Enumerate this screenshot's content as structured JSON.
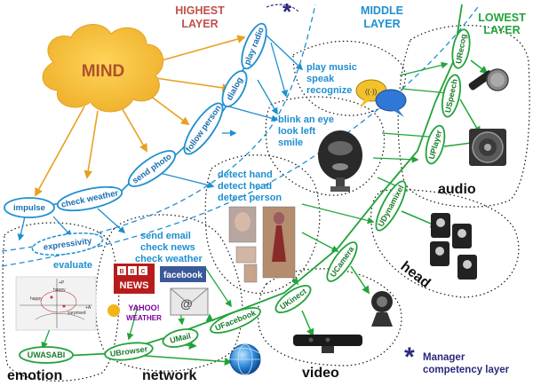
{
  "layers": {
    "highest": "HIGHEST\nLAYER",
    "middle": "MIDDLE\nLAYER",
    "lowest": "LOWEST\nLAYER"
  },
  "mind": "MIND",
  "high_nodes": [
    "impulse",
    "check weather",
    "send photo",
    "follow person",
    "dialog",
    "play radio"
  ],
  "expressivity": "expressivity",
  "evaluate": "evaluate",
  "behaviors": {
    "music": [
      "play music",
      "speak",
      "recognize"
    ],
    "blink": [
      "blink an eye",
      "look left",
      "smile"
    ],
    "detect": [
      "detect hand",
      "detect head",
      "detect person"
    ],
    "email": [
      "send email",
      "check news",
      "check weather"
    ]
  },
  "low_nodes": [
    "URecog",
    "USpeech",
    "UPlayer",
    "UDynamixel",
    "UCamera",
    "UKinect",
    "UFacebook",
    "UMail",
    "UBrowser",
    "UWASABI"
  ],
  "groups": [
    "audio",
    "head",
    "video",
    "network",
    "emotion"
  ],
  "logos": {
    "bbc": [
      "BBC",
      "NEWS"
    ],
    "facebook": "facebook",
    "yahoo": [
      "YAHOO!",
      "WEATHER"
    ]
  },
  "emotion_chart": [
    "+P",
    "happy",
    "happy",
    "surprised",
    "+A"
  ],
  "legend": {
    "star": "*",
    "text": [
      "Manager",
      "competency layer"
    ]
  },
  "colors": {
    "blue": "#1e8fd0",
    "orange": "#e8a020",
    "green": "#22a33a",
    "red": "#c0504d",
    "navy": "#2a2a7a",
    "cloud": "#f4c040"
  }
}
